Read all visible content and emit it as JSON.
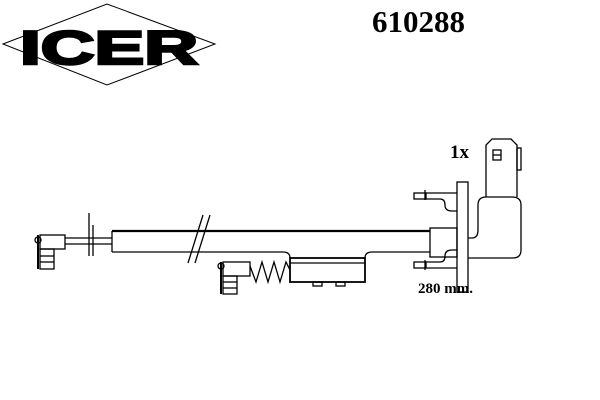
{
  "brand": {
    "logo_text": "ICER"
  },
  "part_number": "610288",
  "quantity": "1x",
  "length": "280 mm."
}
